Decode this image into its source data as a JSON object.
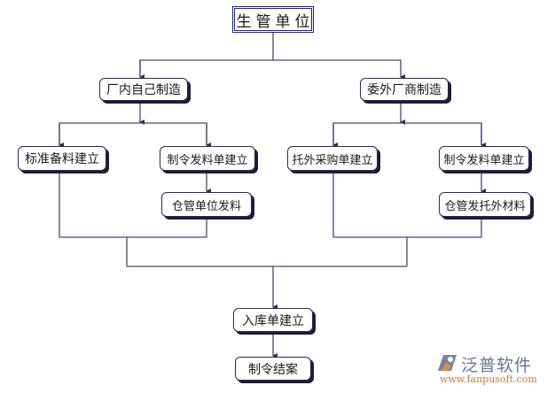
{
  "diagram": {
    "type": "flowchart",
    "nodes": {
      "root": "生管单位",
      "in_house": "厂内自己制造",
      "outsourced": "委外厂商制造",
      "std_material": "标准备料建立",
      "issue_order_left": "制令发料单建立",
      "warehouse_issue": "仓管单位发料",
      "outsource_purchase": "托外采购单建立",
      "issue_order_right": "制令发料单建立",
      "warehouse_outsource": "仓管发托外材料",
      "receipt": "入库单建立",
      "close_order": "制令结案"
    },
    "edges": [
      [
        "生管单位",
        "厂内自己制造"
      ],
      [
        "生管单位",
        "委外厂商制造"
      ],
      [
        "厂内自己制造",
        "标准备料建立"
      ],
      [
        "厂内自己制造",
        "制令发料单建立"
      ],
      [
        "制令发料单建立",
        "仓管单位发料"
      ],
      [
        "委外厂商制造",
        "托外采购单建立"
      ],
      [
        "委外厂商制造",
        "制令发料单建立"
      ],
      [
        "制令发料单建立",
        "仓管发托外材料"
      ],
      [
        "标准备料建立",
        "入库单建立"
      ],
      [
        "仓管单位发料",
        "入库单建立"
      ],
      [
        "托外采购单建立",
        "入库单建立"
      ],
      [
        "仓管发托外材料",
        "入库单建立"
      ],
      [
        "入库单建立",
        "制令结案"
      ]
    ],
    "line_color": "#3a3a5a",
    "shadow_color": "#1c1c3a"
  },
  "watermark": {
    "name": "泛普软件",
    "url": "www.fanpusoft.com"
  }
}
